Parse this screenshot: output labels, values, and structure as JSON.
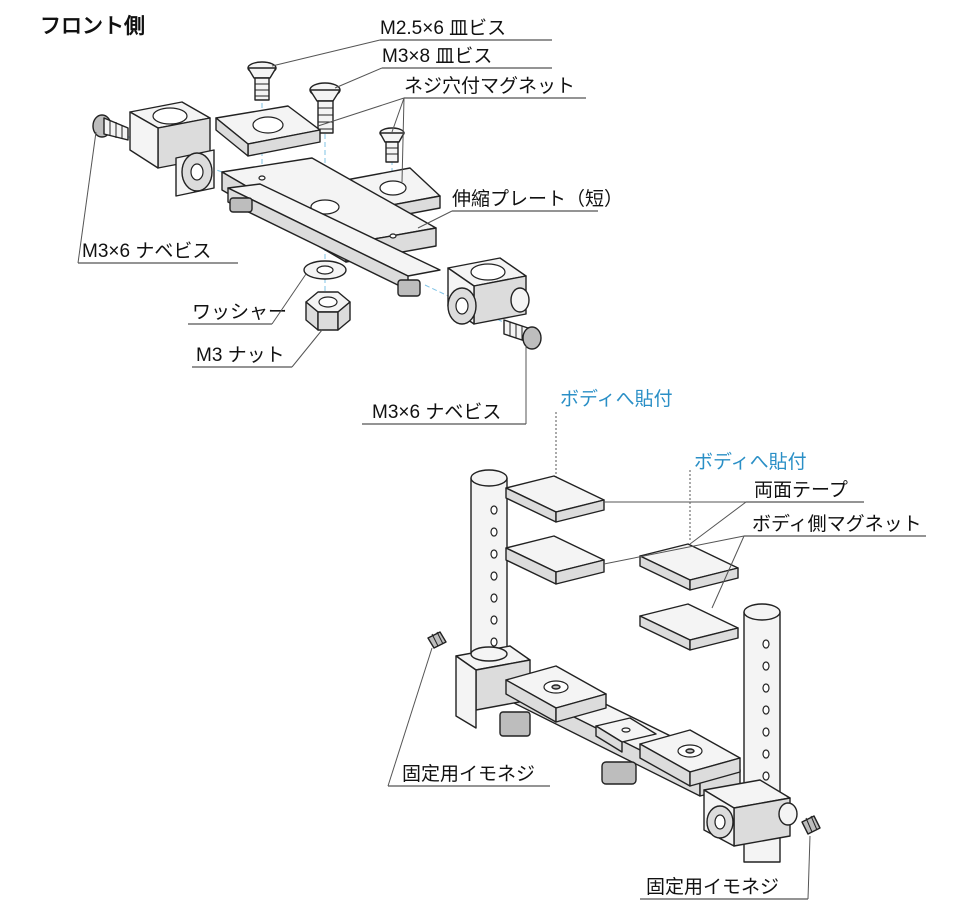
{
  "title": "フロント側",
  "labels": {
    "m25x6_flat_screw": "M2.5×6 皿ビス",
    "m3x8_flat_screw": "M3×8 皿ビス",
    "threaded_magnet": "ネジ穴付マグネット",
    "extension_plate_short": "伸縮プレート（短）",
    "m3x6_pan_screw_left": "M3×6 ナベビス",
    "washer": "ワッシャー",
    "m3_nut": "M3 ナット",
    "m3x6_pan_screw_right": "M3×6 ナベビス",
    "attach_to_body_1": "ボディへ貼付",
    "attach_to_body_2": "ボディへ貼付",
    "double_sided_tape": "両面テープ",
    "body_side_magnet": "ボディ側マグネット",
    "set_screw_1": "固定用イモネジ",
    "set_screw_2": "固定用イモネジ"
  },
  "colors": {
    "accent_label": "#2a8fc6",
    "axis_line": "#7fc3e6",
    "outline": "#222222"
  }
}
